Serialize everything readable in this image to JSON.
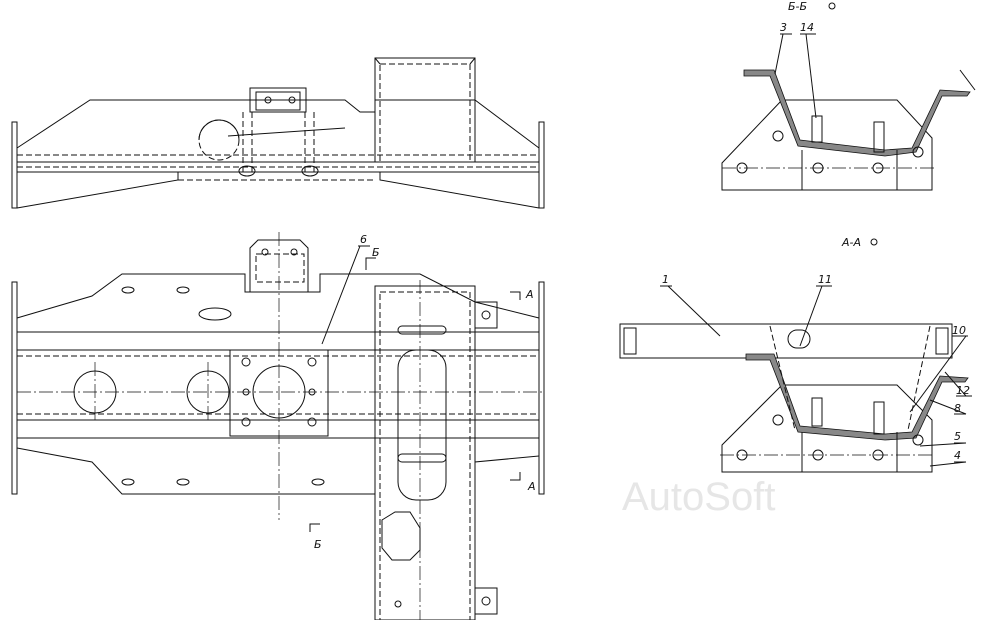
{
  "sections": {
    "bb_title": "Б-Б",
    "aa_title": "А-А"
  },
  "callouts": {
    "n1": "1",
    "n3": "3",
    "n4": "4",
    "n5": "5",
    "n6": "6",
    "n8": "8",
    "n10": "10",
    "n11": "11",
    "n12": "12",
    "n14": "14"
  },
  "markers": {
    "a_top": "А",
    "a_bottom": "А",
    "b_top": "Б",
    "b_bottom": "Б"
  },
  "watermark": "AutoSoft"
}
